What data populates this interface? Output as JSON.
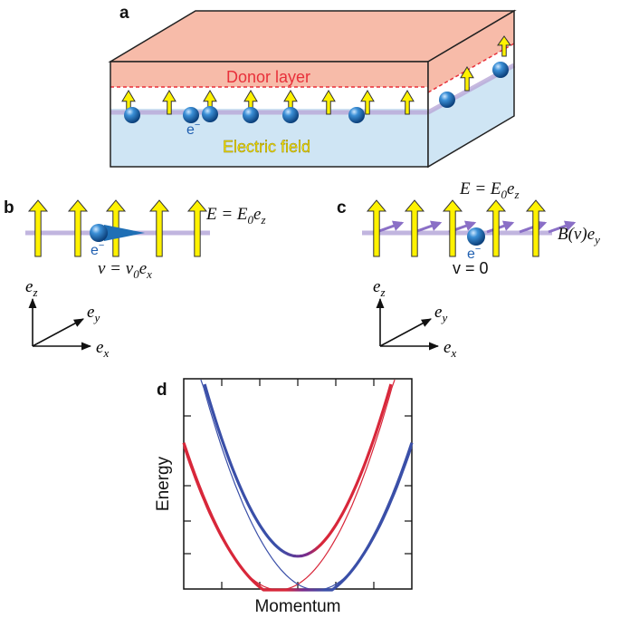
{
  "panels": {
    "a": {
      "label": "a",
      "donor_layer": "Donor layer",
      "electron": "e",
      "electron_sup": "−",
      "field_label": "Electric field"
    },
    "b": {
      "label": "b",
      "E_main": "E = E",
      "E_sub0": "0",
      "E_e": "e",
      "E_subz": "z",
      "electron": "e",
      "electron_sup": "−",
      "v_main": "v = v",
      "v_sub0": "0",
      "v_e": "e",
      "v_subx": "x"
    },
    "c": {
      "label": "c",
      "E_main": "E = E",
      "E_sub0": "0",
      "E_e": "e",
      "E_subz": "z",
      "B_main": "B(v)e",
      "B_suby": "y",
      "electron": "e",
      "electron_sup": "−",
      "v_text": "v = 0"
    },
    "axes": {
      "e": "e",
      "z": "z",
      "y": "y",
      "x": "x"
    },
    "d": {
      "label": "d",
      "xlabel": "Momentum",
      "ylabel": "Energy"
    }
  },
  "colors": {
    "top_layer": "#f7bba9",
    "white_gap": "#ffffff",
    "bottom_layer": "#cfe5f4",
    "donor_text": "#e8303a",
    "field_text": "#f4e100",
    "arrow_yellow": "#fff200",
    "electron_blue": "#1f6fb5",
    "band_red": "#d8273a",
    "band_blue": "#3a4fa8",
    "band_purple": "#6e2a8c",
    "magnetic_arrow": "#8a6fc6"
  },
  "chart_data": {
    "type": "line",
    "title": "",
    "xlabel": "Momentum",
    "ylabel": "Energy",
    "series": [
      {
        "x": [
          -2.4,
          -1.8,
          -1.2,
          -0.8,
          -0.4,
          0,
          0.4,
          0.8,
          1.2
        ],
        "values": [
          4.9,
          2.7,
          0.9,
          0.3,
          0.0,
          0.3,
          1.2,
          2.9,
          5.6
        ]
      },
      {
        "x": [
          -1.2,
          -0.8,
          -0.4,
          0,
          0.4,
          0.8,
          1.2,
          1.8,
          2.4
        ],
        "values": [
          5.6,
          2.9,
          1.2,
          0.3,
          0.0,
          0.3,
          0.9,
          2.7,
          4.9
        ]
      }
    ],
    "gap_branches": {
      "upper_min": 1.9,
      "lower_max": 0.45
    }
  }
}
